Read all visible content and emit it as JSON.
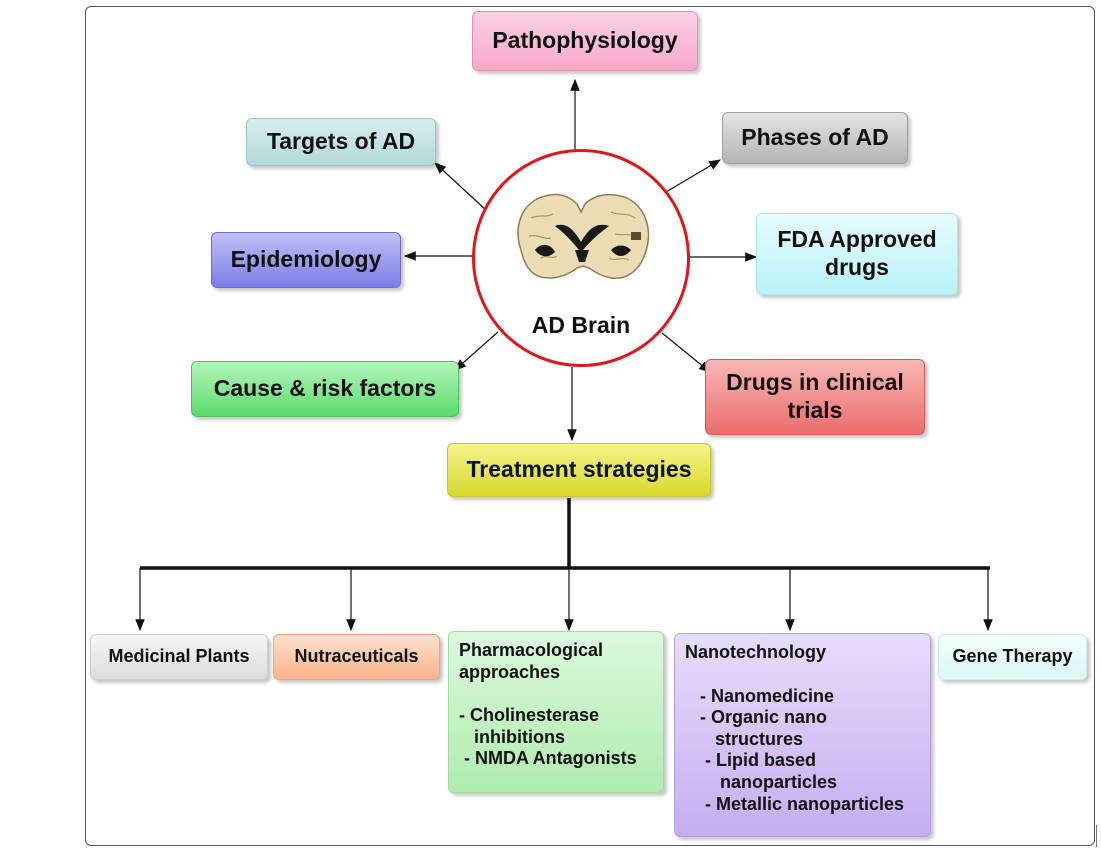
{
  "center": {
    "label": "AD Brain",
    "icon": "brain-cross-section-icon"
  },
  "nodes": {
    "pathophysiology": "Pathophysiology",
    "targets": "Targets of AD",
    "phases": "Phases of AD",
    "epidemiology": "Epidemiology",
    "fda_line1": "FDA Approved",
    "fda_line2": "drugs",
    "cause": "Cause & risk factors",
    "clinical_line1": "Drugs in clinical",
    "clinical_line2": "trials",
    "treatment": "Treatment strategies"
  },
  "strategies": {
    "medicinal_plants": "Medicinal Plants",
    "nutraceuticals": "Nutraceuticals",
    "pharmacological": {
      "title_line1": "Pharmacological",
      "title_line2": "approaches",
      "items": [
        "- Cholinesterase",
        "   inhibitions",
        " - NMDA Antagonists"
      ]
    },
    "nanotechnology": {
      "title": "Nanotechnology",
      "items": [
        "   - Nanomedicine",
        "   - Organic nano",
        "      structures",
        "    - Lipid based",
        "       nanoparticles",
        "    - Metallic nanoparticles"
      ]
    },
    "gene_therapy": "Gene Therapy"
  },
  "colors": {
    "circle_border": "#e0161b",
    "pathophysiology": "#f7a8cc",
    "targets": "#bfe0e0",
    "phases": "#c8c8c8",
    "epidemiology": "#8c8cef",
    "fda": "#ccf7fa",
    "cause": "#7ee88a",
    "clinical": "#f08484",
    "treatment": "#e8e84a",
    "medicinal_plants": "#e8e8e8",
    "nutraceuticals": "#fbc9a8",
    "pharmacological": "#c3f2c3",
    "nanotechnology": "#d4c3f7",
    "gene_therapy": "#e9fbfb"
  }
}
